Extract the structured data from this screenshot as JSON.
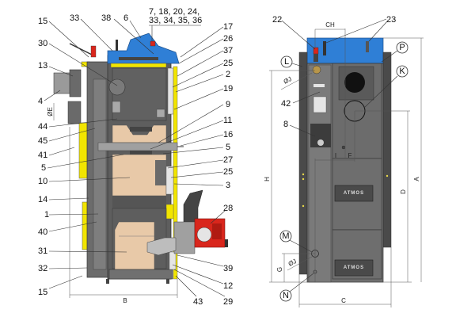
{
  "diagram": {
    "title": "Boiler cross-section and front view with pellet burner",
    "brand": "ATMOS",
    "colors": {
      "casing_dark": "#5a5a5a",
      "casing_mid": "#7a7a7a",
      "casing_light": "#9a9a9a",
      "insulation_yellow": "#f2e500",
      "refractory_beige": "#e8c9a8",
      "top_cover_blue": "#2f7fd6",
      "burner_red": "#d9261c",
      "line": "#333333"
    },
    "side_view": {
      "labels_left": [
        "15",
        "30",
        "13",
        "4",
        "44",
        "45",
        "41",
        "5",
        "10",
        "14",
        "1",
        "40",
        "31",
        "32",
        "15"
      ],
      "labels_top": [
        "33",
        "38",
        "6"
      ],
      "label_top_group_line1": "7, 18, 20, 24,",
      "label_top_group_line2": "33, 34, 35, 36",
      "labels_right": [
        "17",
        "26",
        "37",
        "25",
        "2",
        "19",
        "9",
        "11",
        "16",
        "5",
        "27",
        "25",
        "3",
        "28",
        "39",
        "12",
        "43",
        "29"
      ],
      "dimensions": {
        "width": "B",
        "flue_diameter": "ØE"
      }
    },
    "front_view": {
      "labels": {
        "safety_valve": "22",
        "sensors": "23",
        "L": "L",
        "P": "P",
        "K": "K",
        "controller": "42",
        "fan": "8",
        "M": "M",
        "N": "N"
      },
      "dimensions": {
        "CH": "CH",
        "J_top": "ØJ",
        "J_bottom": "ØJ",
        "H": "H",
        "D": "D",
        "A": "A",
        "C": "C",
        "G": "G",
        "I": "I",
        "F": "F"
      },
      "logo_text": [
        "ATMOS",
        "ATMOS"
      ]
    }
  }
}
